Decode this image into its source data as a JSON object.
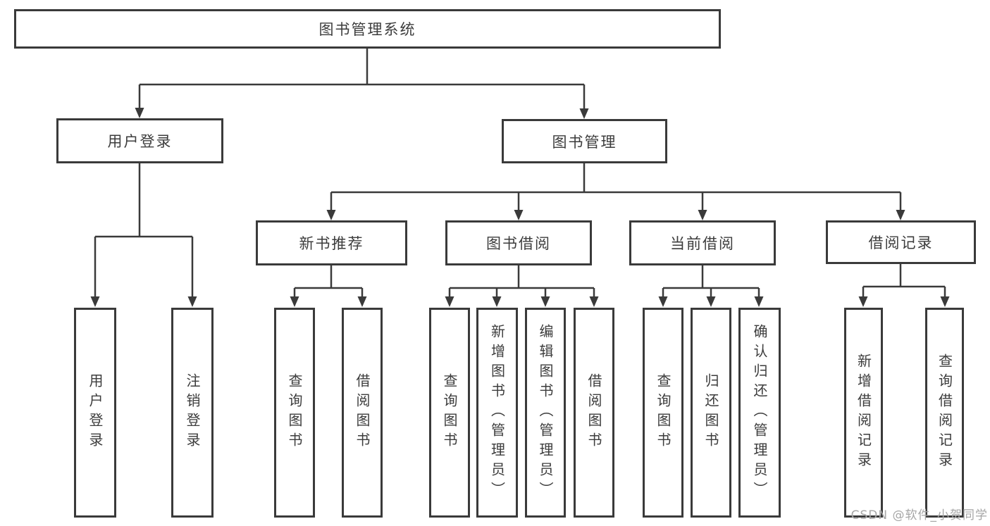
{
  "diagram": {
    "root": {
      "label": "图书管理系统",
      "children": [
        {
          "label": "用户登录",
          "children": [
            {
              "label": "用户登录"
            },
            {
              "label": "注销登录"
            }
          ]
        },
        {
          "label": "图书管理",
          "children": [
            {
              "label": "新书推荐",
              "children": [
                {
                  "label": "查询图书"
                },
                {
                  "label": "借阅图书"
                }
              ]
            },
            {
              "label": "图书借阅",
              "children": [
                {
                  "label": "查询图书"
                },
                {
                  "label": "新增图书（管理员）"
                },
                {
                  "label": "编辑图书（管理员）"
                },
                {
                  "label": "借阅图书"
                }
              ]
            },
            {
              "label": "当前借阅",
              "children": [
                {
                  "label": "查询图书"
                },
                {
                  "label": "归还图书"
                },
                {
                  "label": "确认归还（管理员）"
                }
              ]
            },
            {
              "label": "借阅记录",
              "children": [
                {
                  "label": "新增借阅记录"
                },
                {
                  "label": "查询借阅记录"
                }
              ]
            }
          ]
        }
      ]
    }
  },
  "watermark": {
    "text": "CSDN @软件_小贺同学"
  },
  "colors": {
    "line": "#3a3a3a",
    "text": "#3c3c3c",
    "watermark": "#a6a6a6",
    "background": "#ffffff"
  }
}
